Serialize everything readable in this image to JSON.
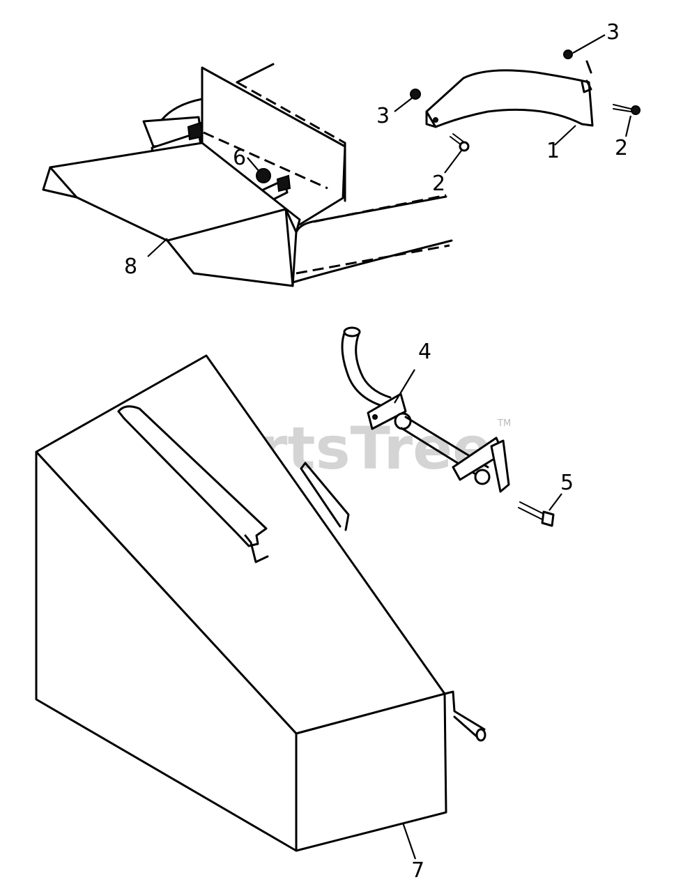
{
  "watermark": {
    "brand": "PartsTree",
    "trademark": "TM"
  },
  "callouts": [
    {
      "id": "c1",
      "label": "1"
    },
    {
      "id": "c2a",
      "label": "2"
    },
    {
      "id": "c2b",
      "label": "2"
    },
    {
      "id": "c3a",
      "label": "3"
    },
    {
      "id": "c3b",
      "label": "3"
    },
    {
      "id": "c4",
      "label": "4"
    },
    {
      "id": "c5",
      "label": "5"
    },
    {
      "id": "c6",
      "label": "6"
    },
    {
      "id": "c7",
      "label": "7"
    },
    {
      "id": "c8",
      "label": "8"
    }
  ]
}
